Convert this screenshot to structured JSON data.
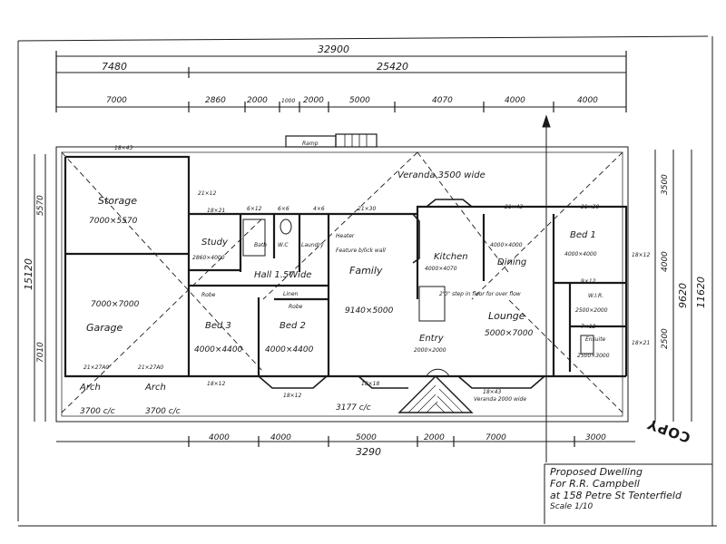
{
  "dimensions": {
    "overall_top": "32900",
    "top_second_left": "7480",
    "top_second_right": "25420",
    "top_third": [
      "7000",
      "2860",
      "2000",
      "1000",
      "2000",
      "5000",
      "4070",
      "4000",
      "4000"
    ],
    "bottom_second": [
      "4000",
      "4000",
      "5000",
      "2000",
      "7000",
      "3000"
    ],
    "bottom_overall": "3290",
    "left": [
      "5570",
      "15120",
      "7010"
    ],
    "right": [
      "3500",
      "4000",
      "2500",
      "9620",
      "11620"
    ]
  },
  "rooms": {
    "storage": "Storage",
    "storage_size": "7000×5570",
    "garage": "Garage",
    "garage_size": "7000×7000",
    "study": "Study",
    "study_size": "2860×4000",
    "bath": "Bath",
    "wc": "W.C",
    "laundry": "Laundry",
    "heater": "Heater",
    "feature_wall": "Feature b/lick wall",
    "hall": "Hall 1.5Wide",
    "linen": "Linen",
    "robe1": "Robe",
    "robe2": "Robe",
    "bed3": "Bed 3",
    "bed3_size": "4000×4400",
    "bed2": "Bed 2",
    "bed2_size": "4000×4400",
    "family": "Family",
    "family_size": "9140×5000",
    "kitchen": "Kitchen",
    "kitchen_size": "4000×4070",
    "dining": "Dining",
    "dining_size": "4000×4000",
    "lounge": "Lounge",
    "lounge_size": "5000×7000",
    "entry": "Entry",
    "entry_size": "2000×2000",
    "bed1": "Bed 1",
    "bed1_size": "4000×4000",
    "wir": "W.I.R.",
    "wir_size": "2500×2000",
    "ensuite": "Ensuite",
    "ensuite_size": "2500×3000",
    "veranda_top": "Veranda 3500 wide",
    "veranda_bottom": "Veranda 2000 wide",
    "ramp": "Ramp",
    "arch1": "Arch",
    "arch2": "Arch",
    "floor_note": "2'0\" step in floor for over flow"
  },
  "windows": [
    "18×21",
    "6×12",
    "6×6",
    "4×6",
    "21×30",
    "21×12",
    "21×27A0",
    "21×27A0",
    "18×43",
    "18×12",
    "18×12",
    "18×18",
    "18×43",
    "21×43",
    "21×30",
    "18×12",
    "18×21",
    "9×12",
    "7×12"
  ],
  "openings": [
    "3700 c/c",
    "3700 c/c",
    "3177 c/c"
  ],
  "title_block": {
    "line1": "Proposed Dwelling",
    "line2": "For R.R. Campbell",
    "line3": "at 158 Petre St Tenterfield",
    "scale": "Scale 1/10"
  },
  "stamp": "COPY",
  "colors": {
    "ink": "#1a1a1a",
    "paper": "#ffffff"
  }
}
